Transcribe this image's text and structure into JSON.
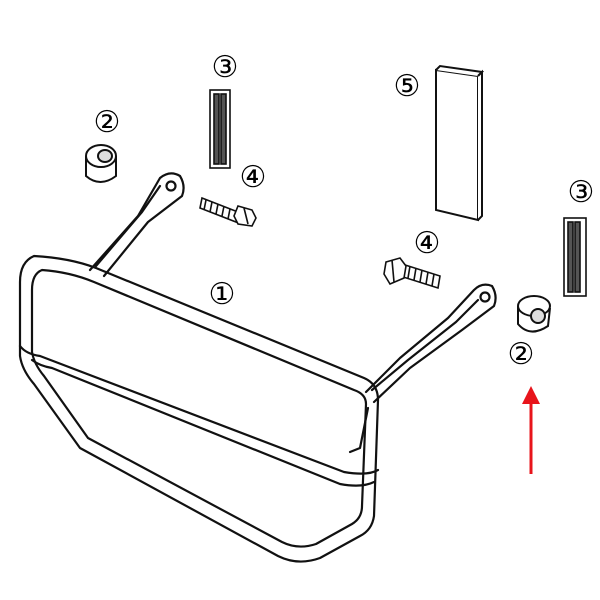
{
  "callouts": {
    "part1": "①",
    "part2_left": "②",
    "part2_right": "②",
    "part3_left": "③",
    "part3_right": "③",
    "part4_left": "④",
    "part4_right": "④",
    "part5": "⑤"
  },
  "colors": {
    "line": "#111111",
    "pin_fill": "#444444",
    "arrow": "#e8141b"
  },
  "indicator": {
    "icon": "red-up-arrow-icon",
    "points_to": "part2_right"
  }
}
